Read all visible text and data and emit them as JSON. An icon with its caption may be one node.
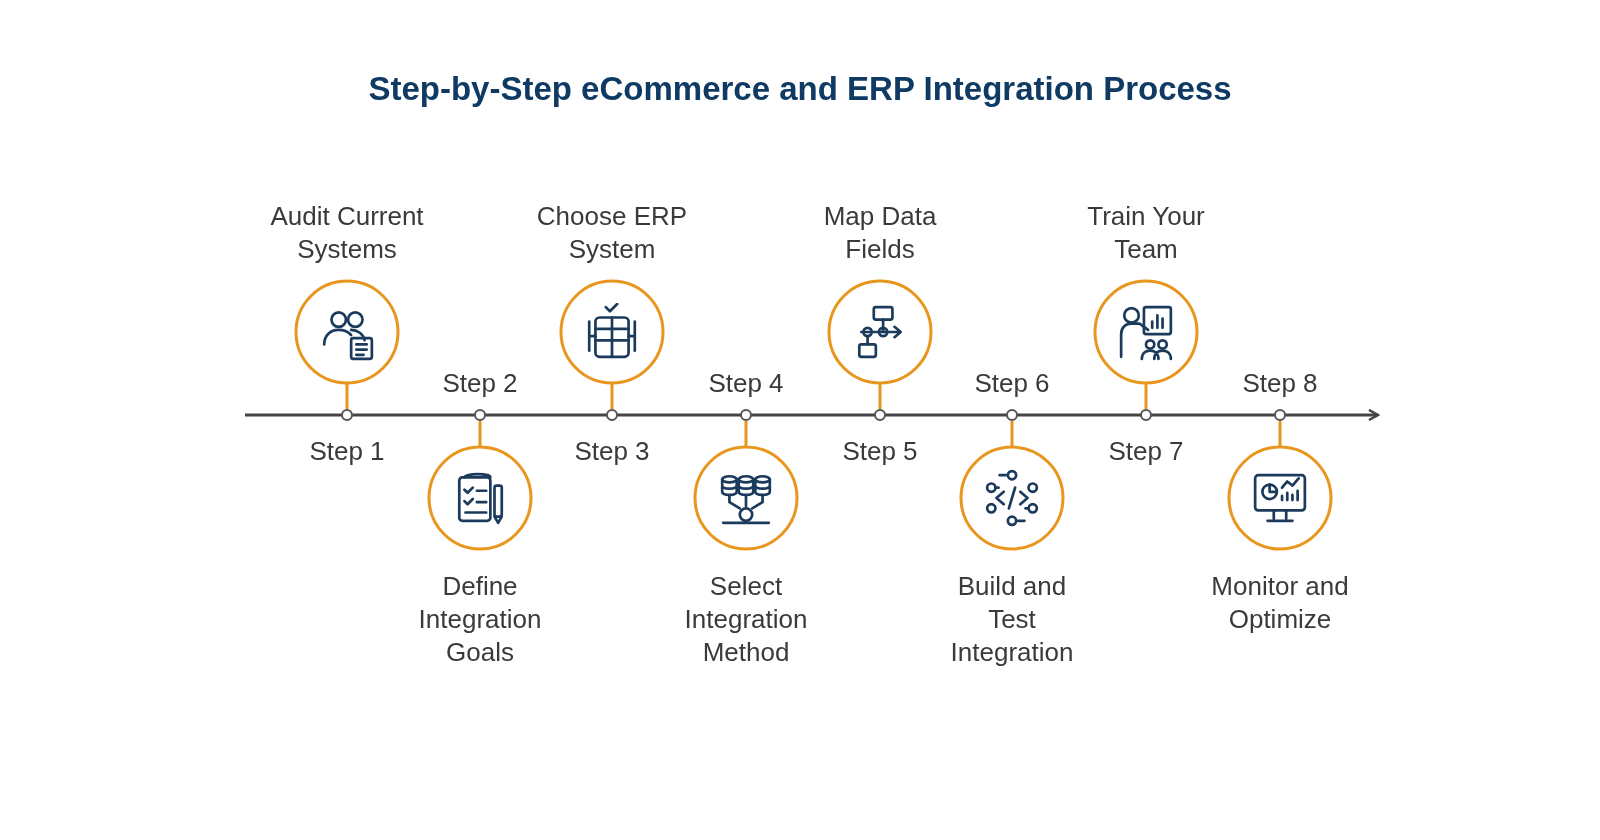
{
  "diagram": {
    "title": "Step-by-Step eCommerce and ERP Integration Process",
    "nodes": [
      {
        "text": [
          "Audit Current Systems"
        ]
      },
      {
        "text": [
          "Define Integration Goals"
        ]
      },
      {
        "text": [
          "Choose ERP System"
        ]
      },
      {
        "text": [
          "Select Integration Method"
        ]
      },
      {
        "text": [
          "Map Data Fields"
        ]
      },
      {
        "text": [
          "Build and Test Integration"
        ]
      },
      {
        "text": [
          "Train Your Team"
        ]
      },
      {
        "text": [
          "Monitor and Optimize"
        ]
      },
      {
        "text": [],
        "shape": "circle",
        "beside": [
          "Step 1"
        ]
      },
      {
        "text": [],
        "shape": "circle",
        "beside": [
          "Step 2"
        ]
      },
      {
        "text": [],
        "shape": "circle",
        "beside": [
          "Step 3"
        ]
      },
      {
        "text": [],
        "shape": "circle",
        "beside": [
          "Step 4"
        ]
      },
      {
        "text": [],
        "shape": "circle",
        "beside": [
          "Step 5"
        ]
      },
      {
        "text": [],
        "shape": "circle",
        "beside": [
          "Step 6"
        ]
      },
      {
        "text": [],
        "shape": "circle",
        "beside": [
          "Step 7"
        ]
      },
      {
        "text": [],
        "shape": "circle",
        "beside": [
          "Step 8"
        ]
      }
    ],
    "edges": [
      {
        "from": 0,
        "to": 8,
        "arrow": "none"
      },
      {
        "from": 1,
        "to": 9,
        "arrow": "none"
      },
      {
        "from": 2,
        "to": 10,
        "arrow": "none"
      },
      {
        "from": 3,
        "to": 11,
        "arrow": "none"
      },
      {
        "from": 4,
        "to": 12,
        "arrow": "none"
      },
      {
        "from": 5,
        "to": 13,
        "arrow": "none"
      },
      {
        "from": 6,
        "to": 14,
        "arrow": "none"
      },
      {
        "from": 7,
        "to": 15,
        "arrow": "none"
      }
    ]
  }
}
